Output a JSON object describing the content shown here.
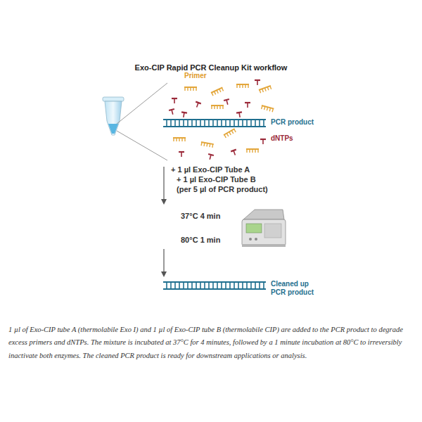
{
  "diagram": {
    "title": "Exo-CIP Rapid PCR Cleanup Kit workflow",
    "caption": "1 µl of Exo-CIP tube A (thermolabile Exo I) and 1 µl of Exo-CIP tube B (thermolabile CIP) are added to the PCR product to degrade excess primers and dNTPs. The mixture is incubated at 37°C for 4 minutes, followed by a 1 minute incubation at 80°C to irreversibly inactivate both enzymes. The cleaned PCR product is ready for downstream applications or analysis.",
    "labels": [
      "Primer",
      "PCR product",
      "dNTPs",
      "+ 1 µl Exo-CIP Tube A",
      "+ 1 µl Exo-CIP Tube B",
      "(per 5 µl of PCR product)",
      "37°C 4 min",
      "80°C 1 min",
      "Cleaned up PCR product"
    ]
  }
}
